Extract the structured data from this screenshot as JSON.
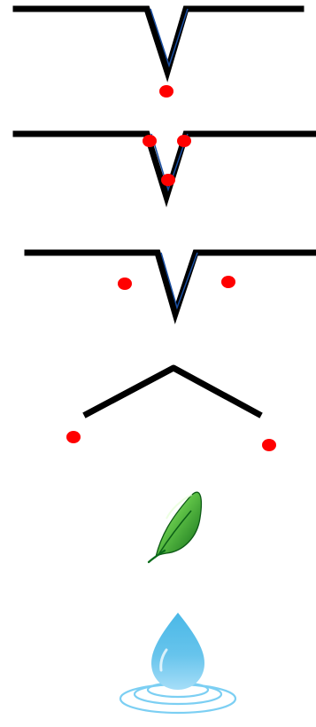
{
  "colors": {
    "line": "#000000",
    "line_highlight": "#1a4fa3",
    "dot": "#ff0000",
    "leaf_light": "#8fdc6a",
    "leaf_dark": "#137a1f",
    "water_light": "#b7e7fb",
    "water_dark": "#45b6e6",
    "ripple": "#7ccff3"
  },
  "icons": [
    "leaf-icon",
    "water-drop-icon"
  ],
  "steps": [
    {
      "name": "step-1",
      "dots_shown": 1
    },
    {
      "name": "step-2",
      "dots_shown": 3
    },
    {
      "name": "step-3",
      "dots_shown": 2
    },
    {
      "name": "step-4",
      "dots_shown": 2
    }
  ]
}
